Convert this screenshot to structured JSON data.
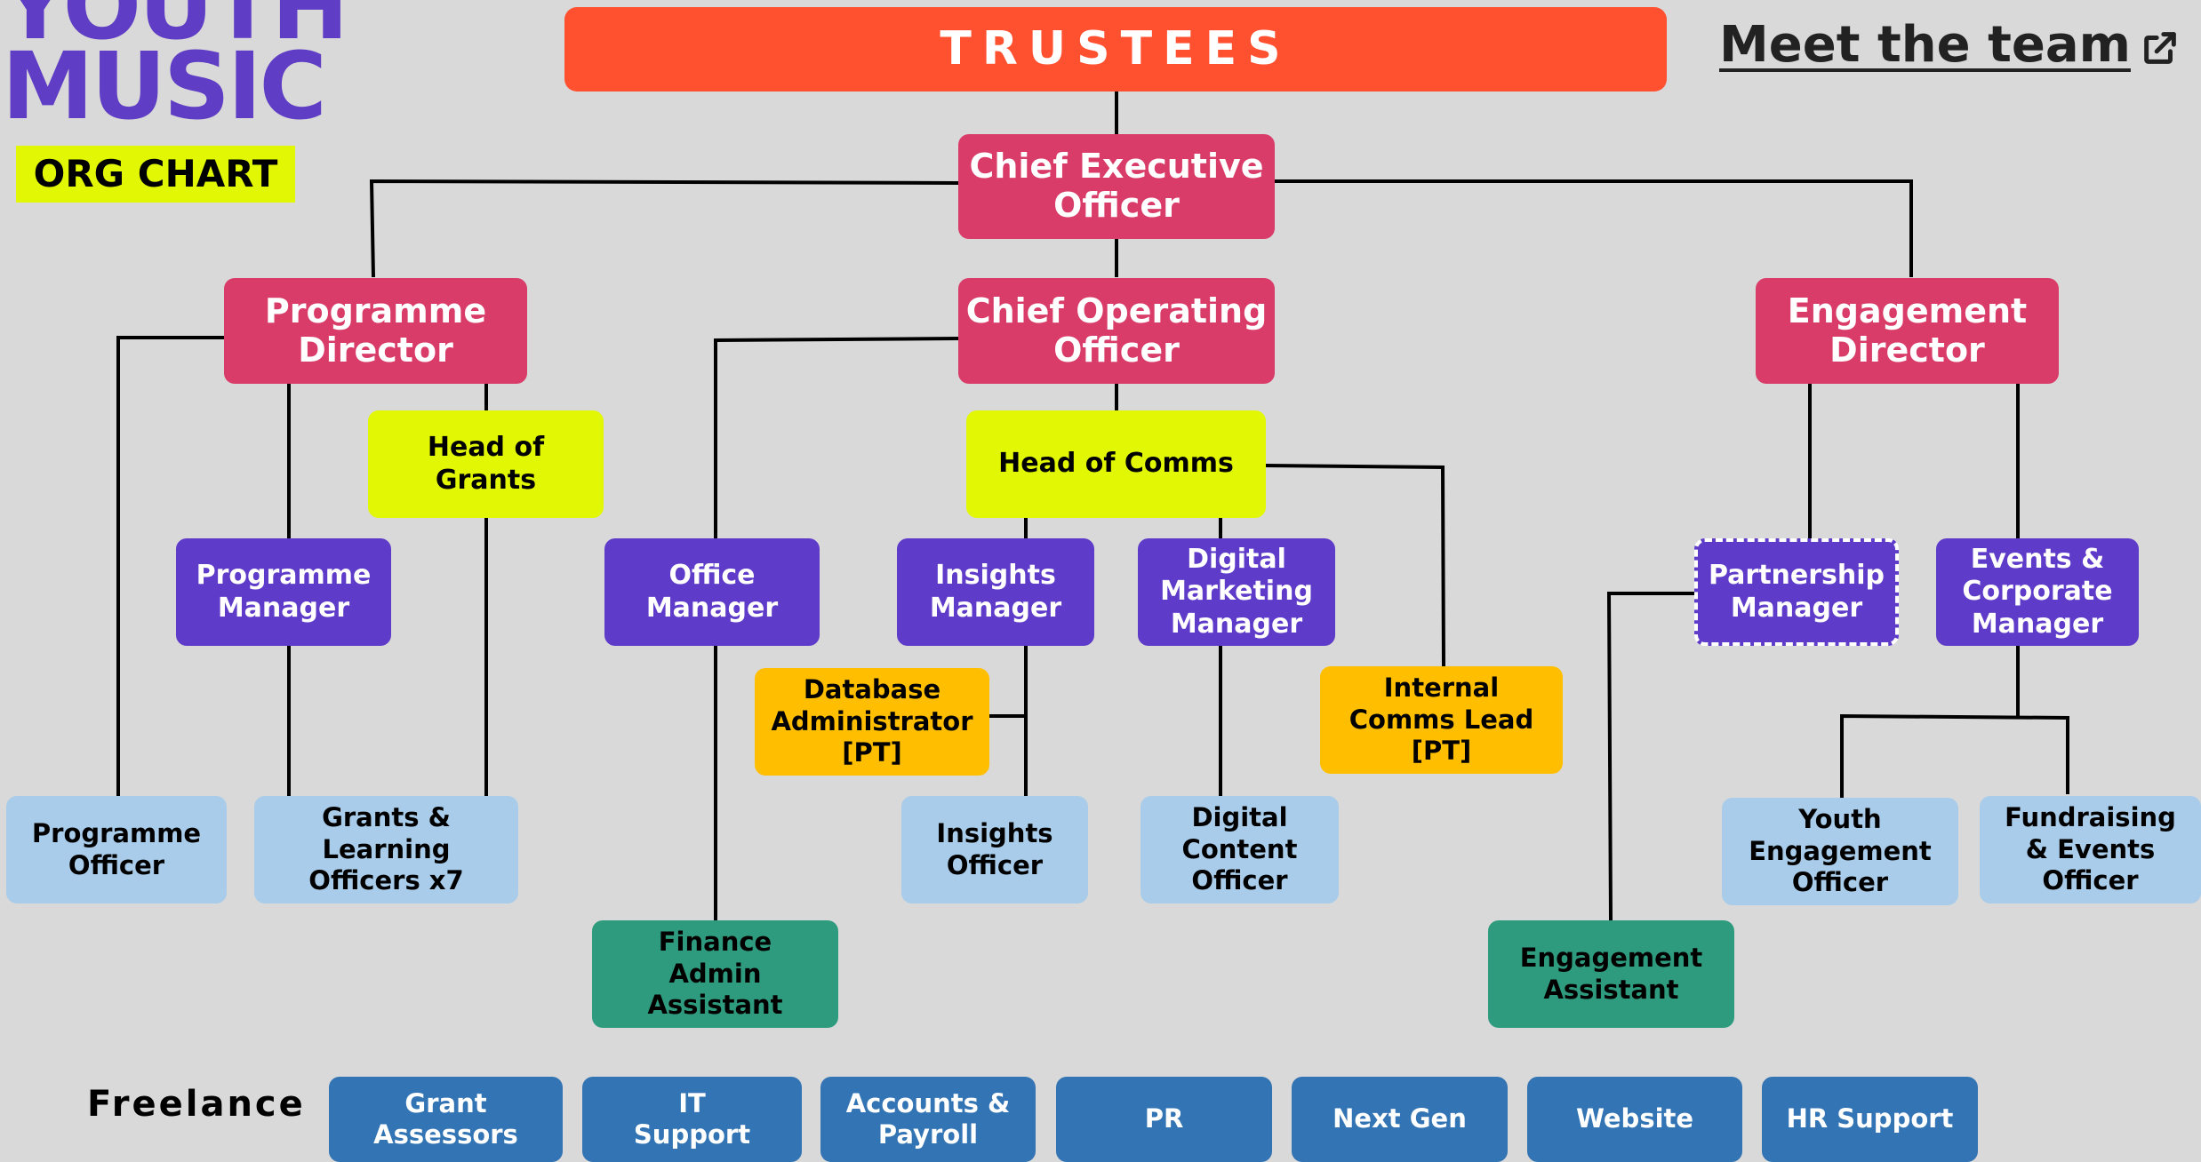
{
  "logo": {
    "line1": "YOUTH",
    "line2": "MUSIC",
    "subtitle": "ORG CHART"
  },
  "meet_link": {
    "label": "Meet the team",
    "icon": "external-link-icon"
  },
  "nodes": {
    "trustees": "TRUSTEES",
    "ceo": "Chief Executive\nOfficer",
    "programme_director": "Programme\nDirector",
    "coo": "Chief Operating\nOfficer",
    "engagement_director": "Engagement\nDirector",
    "head_of_grants": "Head of\nGrants",
    "head_of_comms": "Head of Comms",
    "programme_manager": "Programme\nManager",
    "office_manager": "Office\nManager",
    "insights_manager": "Insights\nManager",
    "digital_marketing_manager": "Digital\nMarketing\nManager",
    "partnership_manager": "Partnership\nManager",
    "events_corporate_manager": "Events &\nCorporate\nManager",
    "database_administrator": "Database\nAdministrator\n[PT]",
    "internal_comms_lead": "Internal\nComms Lead\n[PT]",
    "programme_officer": "Programme\nOfficer",
    "grants_learning_officers": "Grants &\nLearning\nOfficers x7",
    "insights_officer": "Insights\nOfficer",
    "digital_content_officer": "Digital\nContent\nOfficer",
    "youth_engagement_officer": "Youth\nEngagement\nOfficer",
    "fundraising_events_officer": "Fundraising\n& Events\nOfficer",
    "finance_admin_assistant": "Finance\nAdmin\nAssistant",
    "engagement_assistant": "Engagement\nAssistant"
  },
  "freelance": {
    "label": "Freelance",
    "items": [
      "Grant\nAssessors",
      "IT\nSupport",
      "Accounts &\nPayroll",
      "PR",
      "Next Gen",
      "Website",
      "HR Support"
    ]
  },
  "colors": {
    "background": "#d9d9d9",
    "trustees": "#ff502f",
    "leadership": "#d93c68",
    "head": "#e2f703",
    "manager": "#5e3bc9",
    "part_time": "#ffbf00",
    "officer": "#a8cce9",
    "assistant": "#2f9b7e",
    "freelance": "#3274b4",
    "logo": "#5f3dc4"
  }
}
